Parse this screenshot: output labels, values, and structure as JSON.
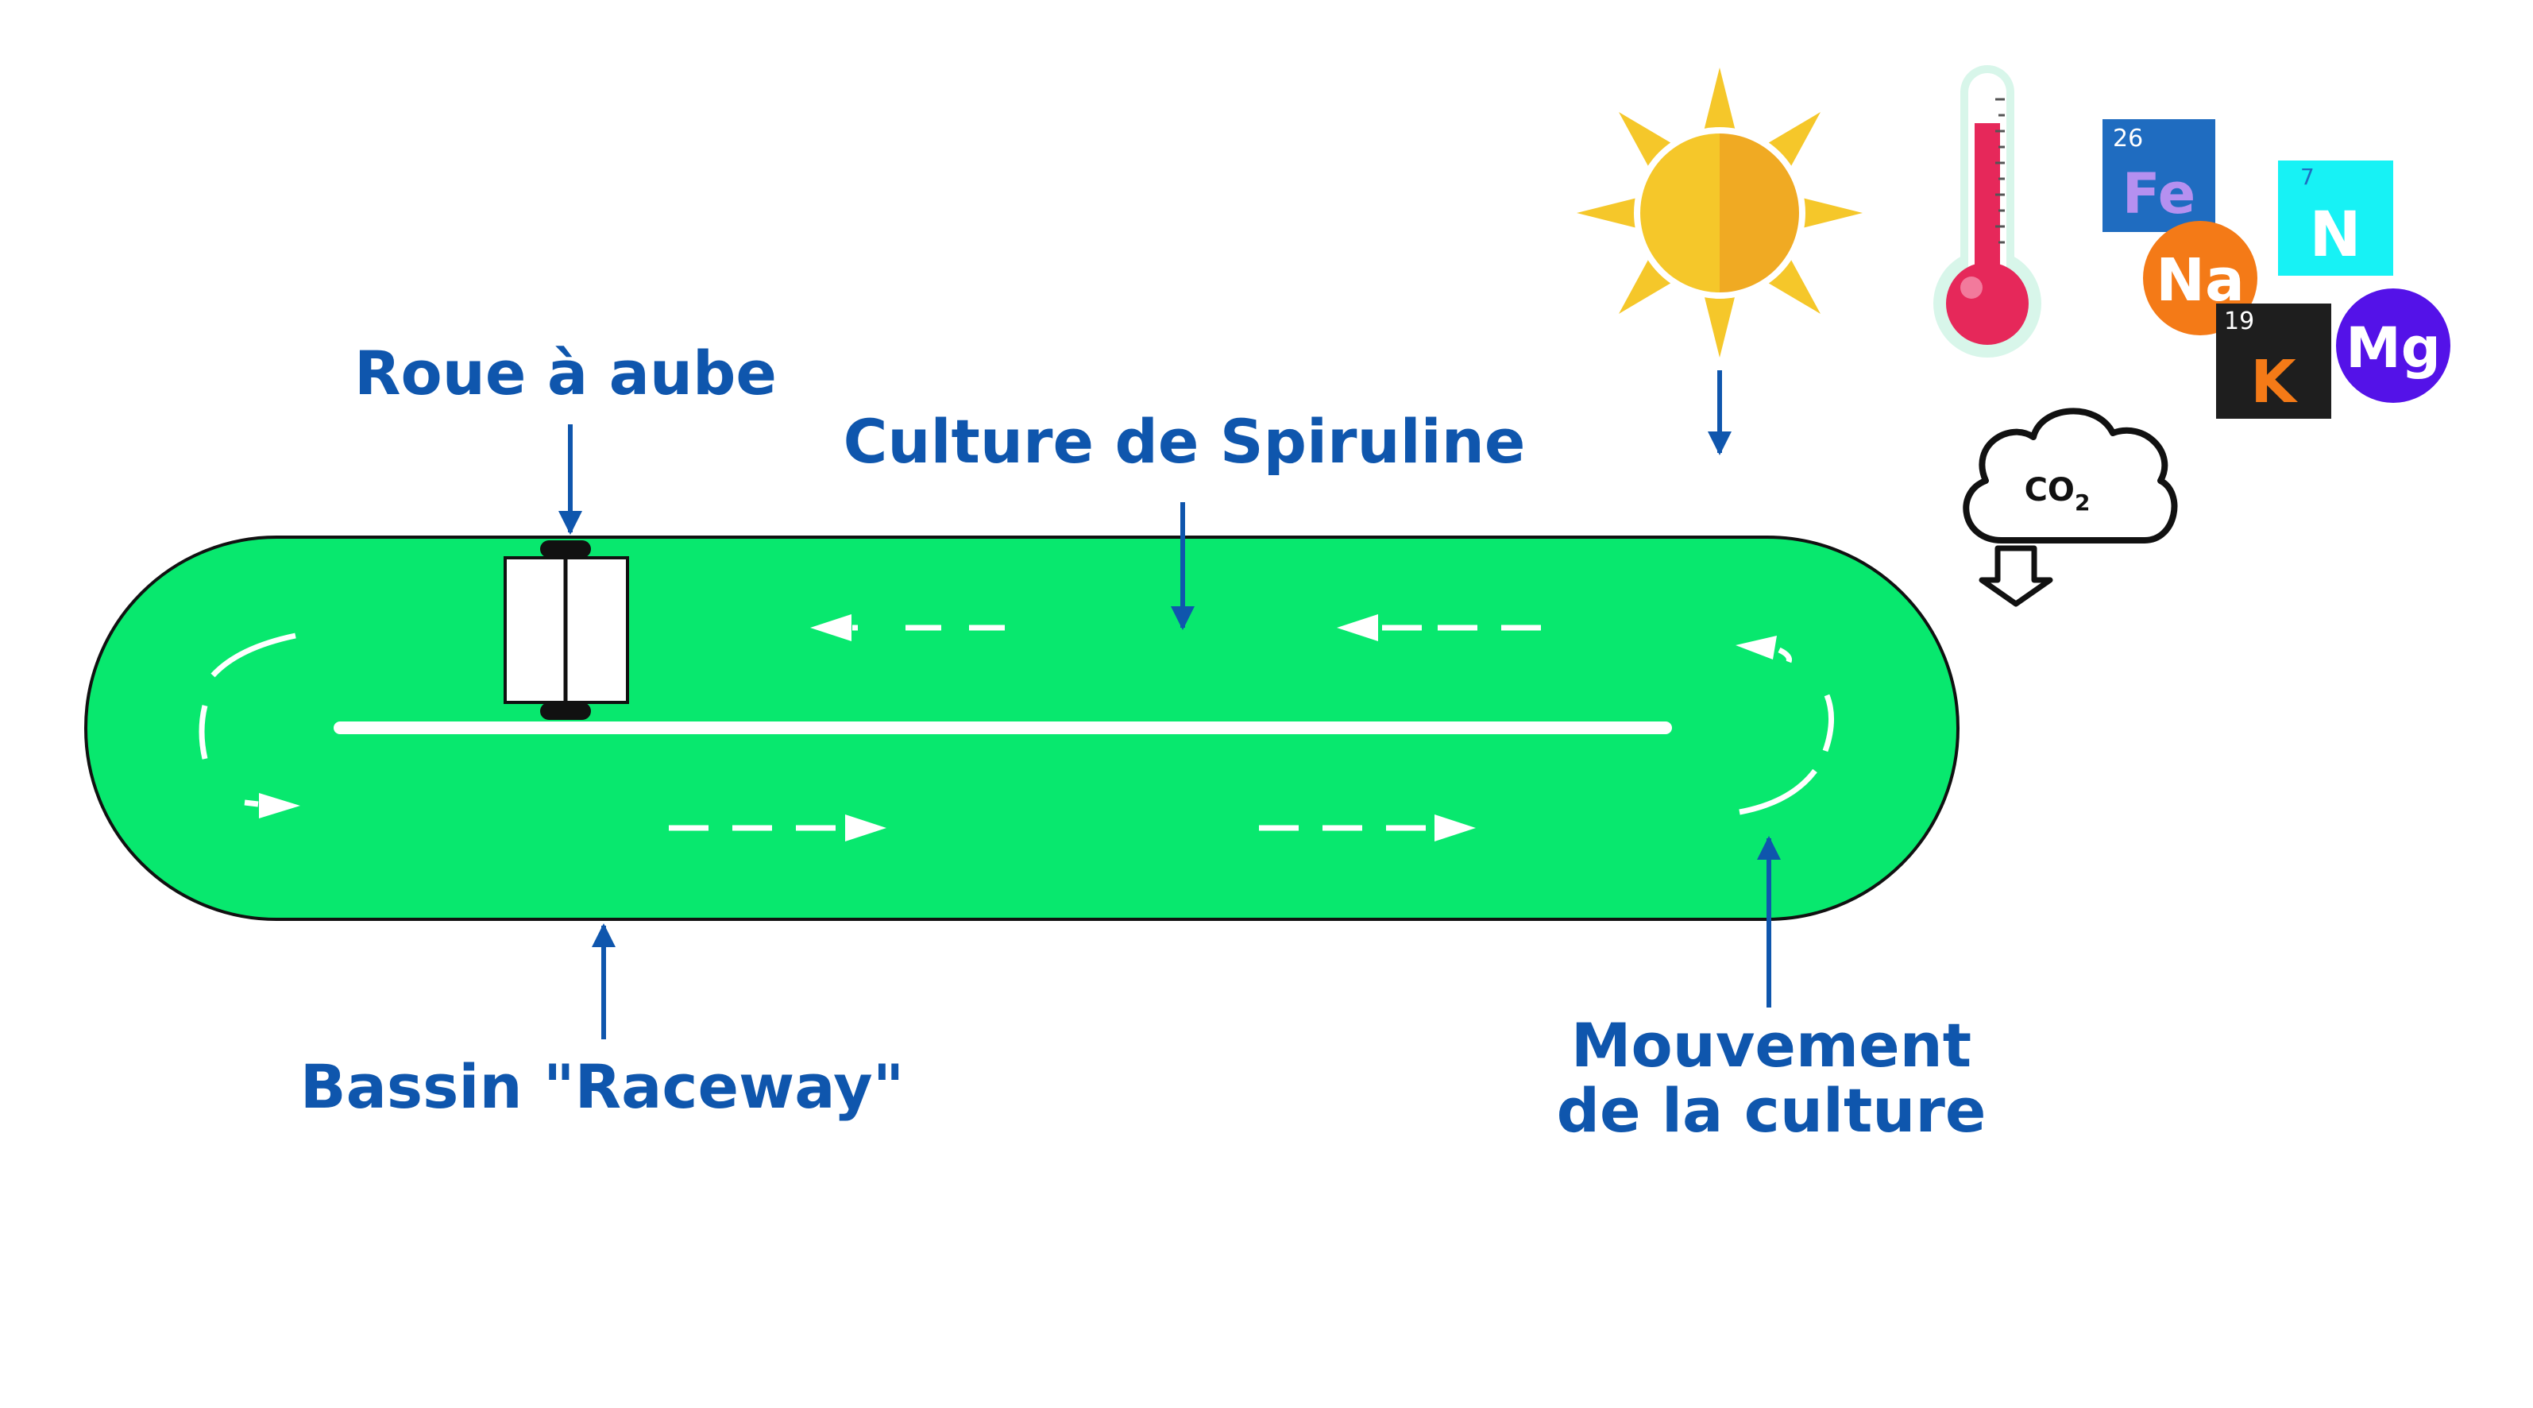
{
  "labels": {
    "paddle_wheel": "Roue à aube",
    "culture": "Culture de Spiruline",
    "raceway": "Bassin \"Raceway\"",
    "movement_line1": "Mouvement",
    "movement_line2": "de la culture"
  },
  "co2": {
    "main": "CO",
    "sub": "2"
  },
  "elements": {
    "fe": {
      "symbol": "Fe",
      "number": "26"
    },
    "na": {
      "symbol": "Na"
    },
    "n": {
      "symbol": "N",
      "number": "7"
    },
    "k": {
      "symbol": "K",
      "number": "19"
    },
    "mg": {
      "symbol": "Mg"
    }
  },
  "colors": {
    "label_blue": "#0f56ad",
    "pond_green": "#08e86e",
    "sun_light": "#f5c72a",
    "sun_dark": "#f0aa23",
    "thermometer_red": "#e6285a",
    "fe_tile": "#1f6cc0",
    "fe_text": "#b590f0",
    "na_circle": "#f47a17",
    "n_tile": "#17f2f5",
    "k_tile": "#1e1e1e",
    "k_text": "#f47a17",
    "mg_circle": "#5412e8"
  }
}
